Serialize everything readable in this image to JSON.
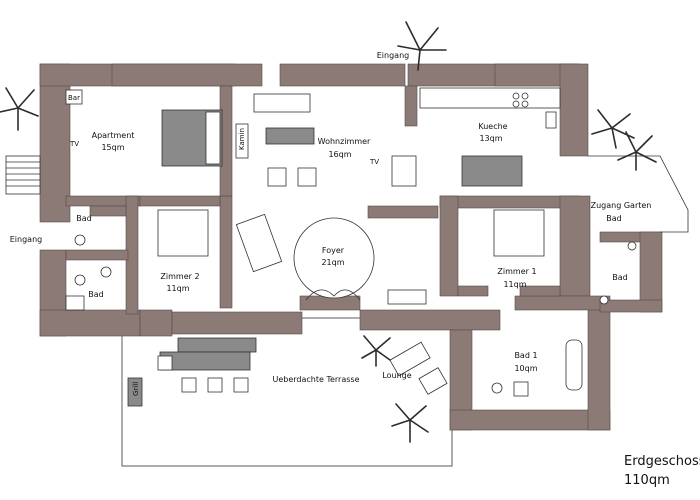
{
  "rooms": {
    "apartment": {
      "name": "Apartment",
      "area": "15qm"
    },
    "wohnzimmer": {
      "name": "Wohnzimmer",
      "area": "16qm"
    },
    "kueche": {
      "name": "Kueche",
      "area": "13qm"
    },
    "zugang_garten": {
      "name": "Zugang Garten",
      "sub": "Bad"
    },
    "foyer": {
      "name": "Foyer",
      "area": "21qm"
    },
    "zimmer2": {
      "name": "Zimmer 2",
      "area": "11qm"
    },
    "zimmer1": {
      "name": "Zimmer 1",
      "area": "11qm"
    },
    "bad1": {
      "name": "Bad 1",
      "area": "10qm"
    },
    "bad_left_upper": {
      "name": "Bad"
    },
    "bad_left_lower": {
      "name": "Bad"
    },
    "bad_right": {
      "name": "Bad"
    },
    "terrasse": {
      "name": "Ueberdachte Terrasse"
    },
    "lounge": {
      "name": "Lounge"
    }
  },
  "labels": {
    "eingang_top": "Eingang",
    "eingang_left": "Eingang",
    "bar": "Bar",
    "tv_apartment": "TV",
    "tv_wohnzimmer": "TV",
    "kamin": "Kamin",
    "grill": "Grill"
  },
  "floor": {
    "title": "Erdgeschoss",
    "area": "110qm"
  }
}
